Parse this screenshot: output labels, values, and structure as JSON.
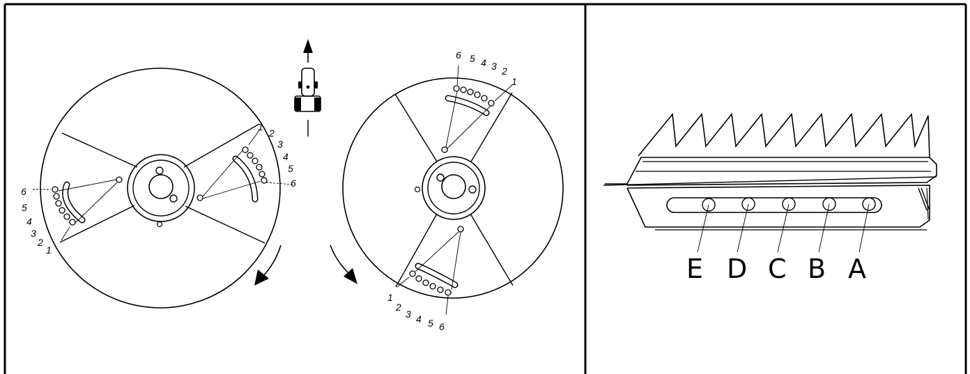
{
  "left_disc": {
    "right_slot_numbers": [
      "1",
      "2",
      "3",
      "4",
      "5",
      "6"
    ],
    "left_slot_numbers": [
      "6",
      "5",
      "4",
      "3",
      "2",
      "1"
    ]
  },
  "right_disc": {
    "top_slot_numbers": [
      "6",
      "5",
      "4",
      "3",
      "2",
      "1"
    ],
    "bottom_slot_numbers": [
      "1",
      "2",
      "3",
      "4",
      "5",
      "6"
    ]
  },
  "blade_positions": [
    "E",
    "D",
    "C",
    "B",
    "A"
  ],
  "icons": {
    "travel_direction": "tractor-forward-icon",
    "rotation_left": "counterclockwise-arrow-icon",
    "rotation_right": "clockwise-arrow-icon"
  }
}
